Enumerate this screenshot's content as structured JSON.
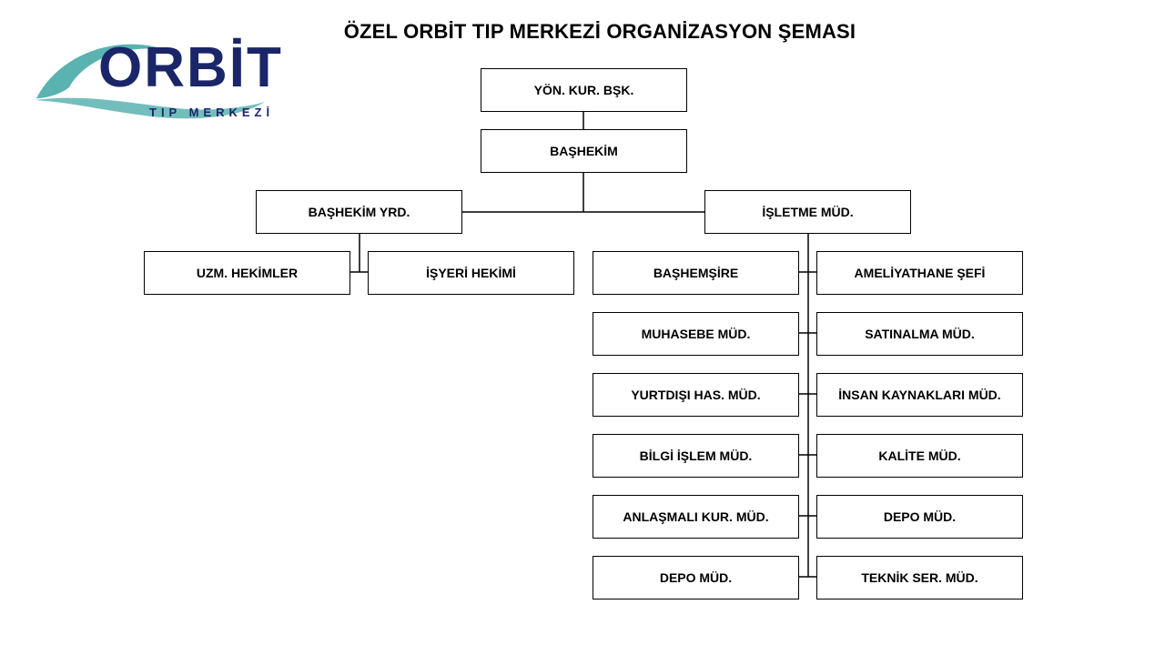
{
  "title": "ÖZEL ORBİT TIP MERKEZİ ORGANİZASYON ŞEMASI",
  "logo": {
    "word": "ORBİT",
    "subtitle": "TIP MERKEZİ",
    "colors": {
      "navy": "#1a2668",
      "teal": "#5ab3b0"
    }
  },
  "org": {
    "chairman": "YÖN. KUR. BŞK.",
    "chief_physician": "BAŞHEKİM",
    "deputy_chief": "BAŞHEKİM YRD.",
    "operations_manager": "İŞLETME MÜD.",
    "specialists": "UZM. HEKİMLER",
    "workplace_physician": "İŞYERİ HEKİMİ",
    "left_column": [
      "BAŞHEMŞİRE",
      "MUHASEBE MÜD.",
      "YURTDIŞI HAS. MÜD.",
      "BİLGİ İŞLEM MÜD.",
      "ANLAŞMALI KUR. MÜD.",
      "DEPO MÜD."
    ],
    "right_column": [
      "AMELİYATHANE ŞEFİ",
      "SATINALMA MÜD.",
      "İNSAN KAYNAKLARI MÜD.",
      "KALİTE MÜD.",
      "DEPO MÜD.",
      "TEKNİK SER. MÜD."
    ]
  }
}
